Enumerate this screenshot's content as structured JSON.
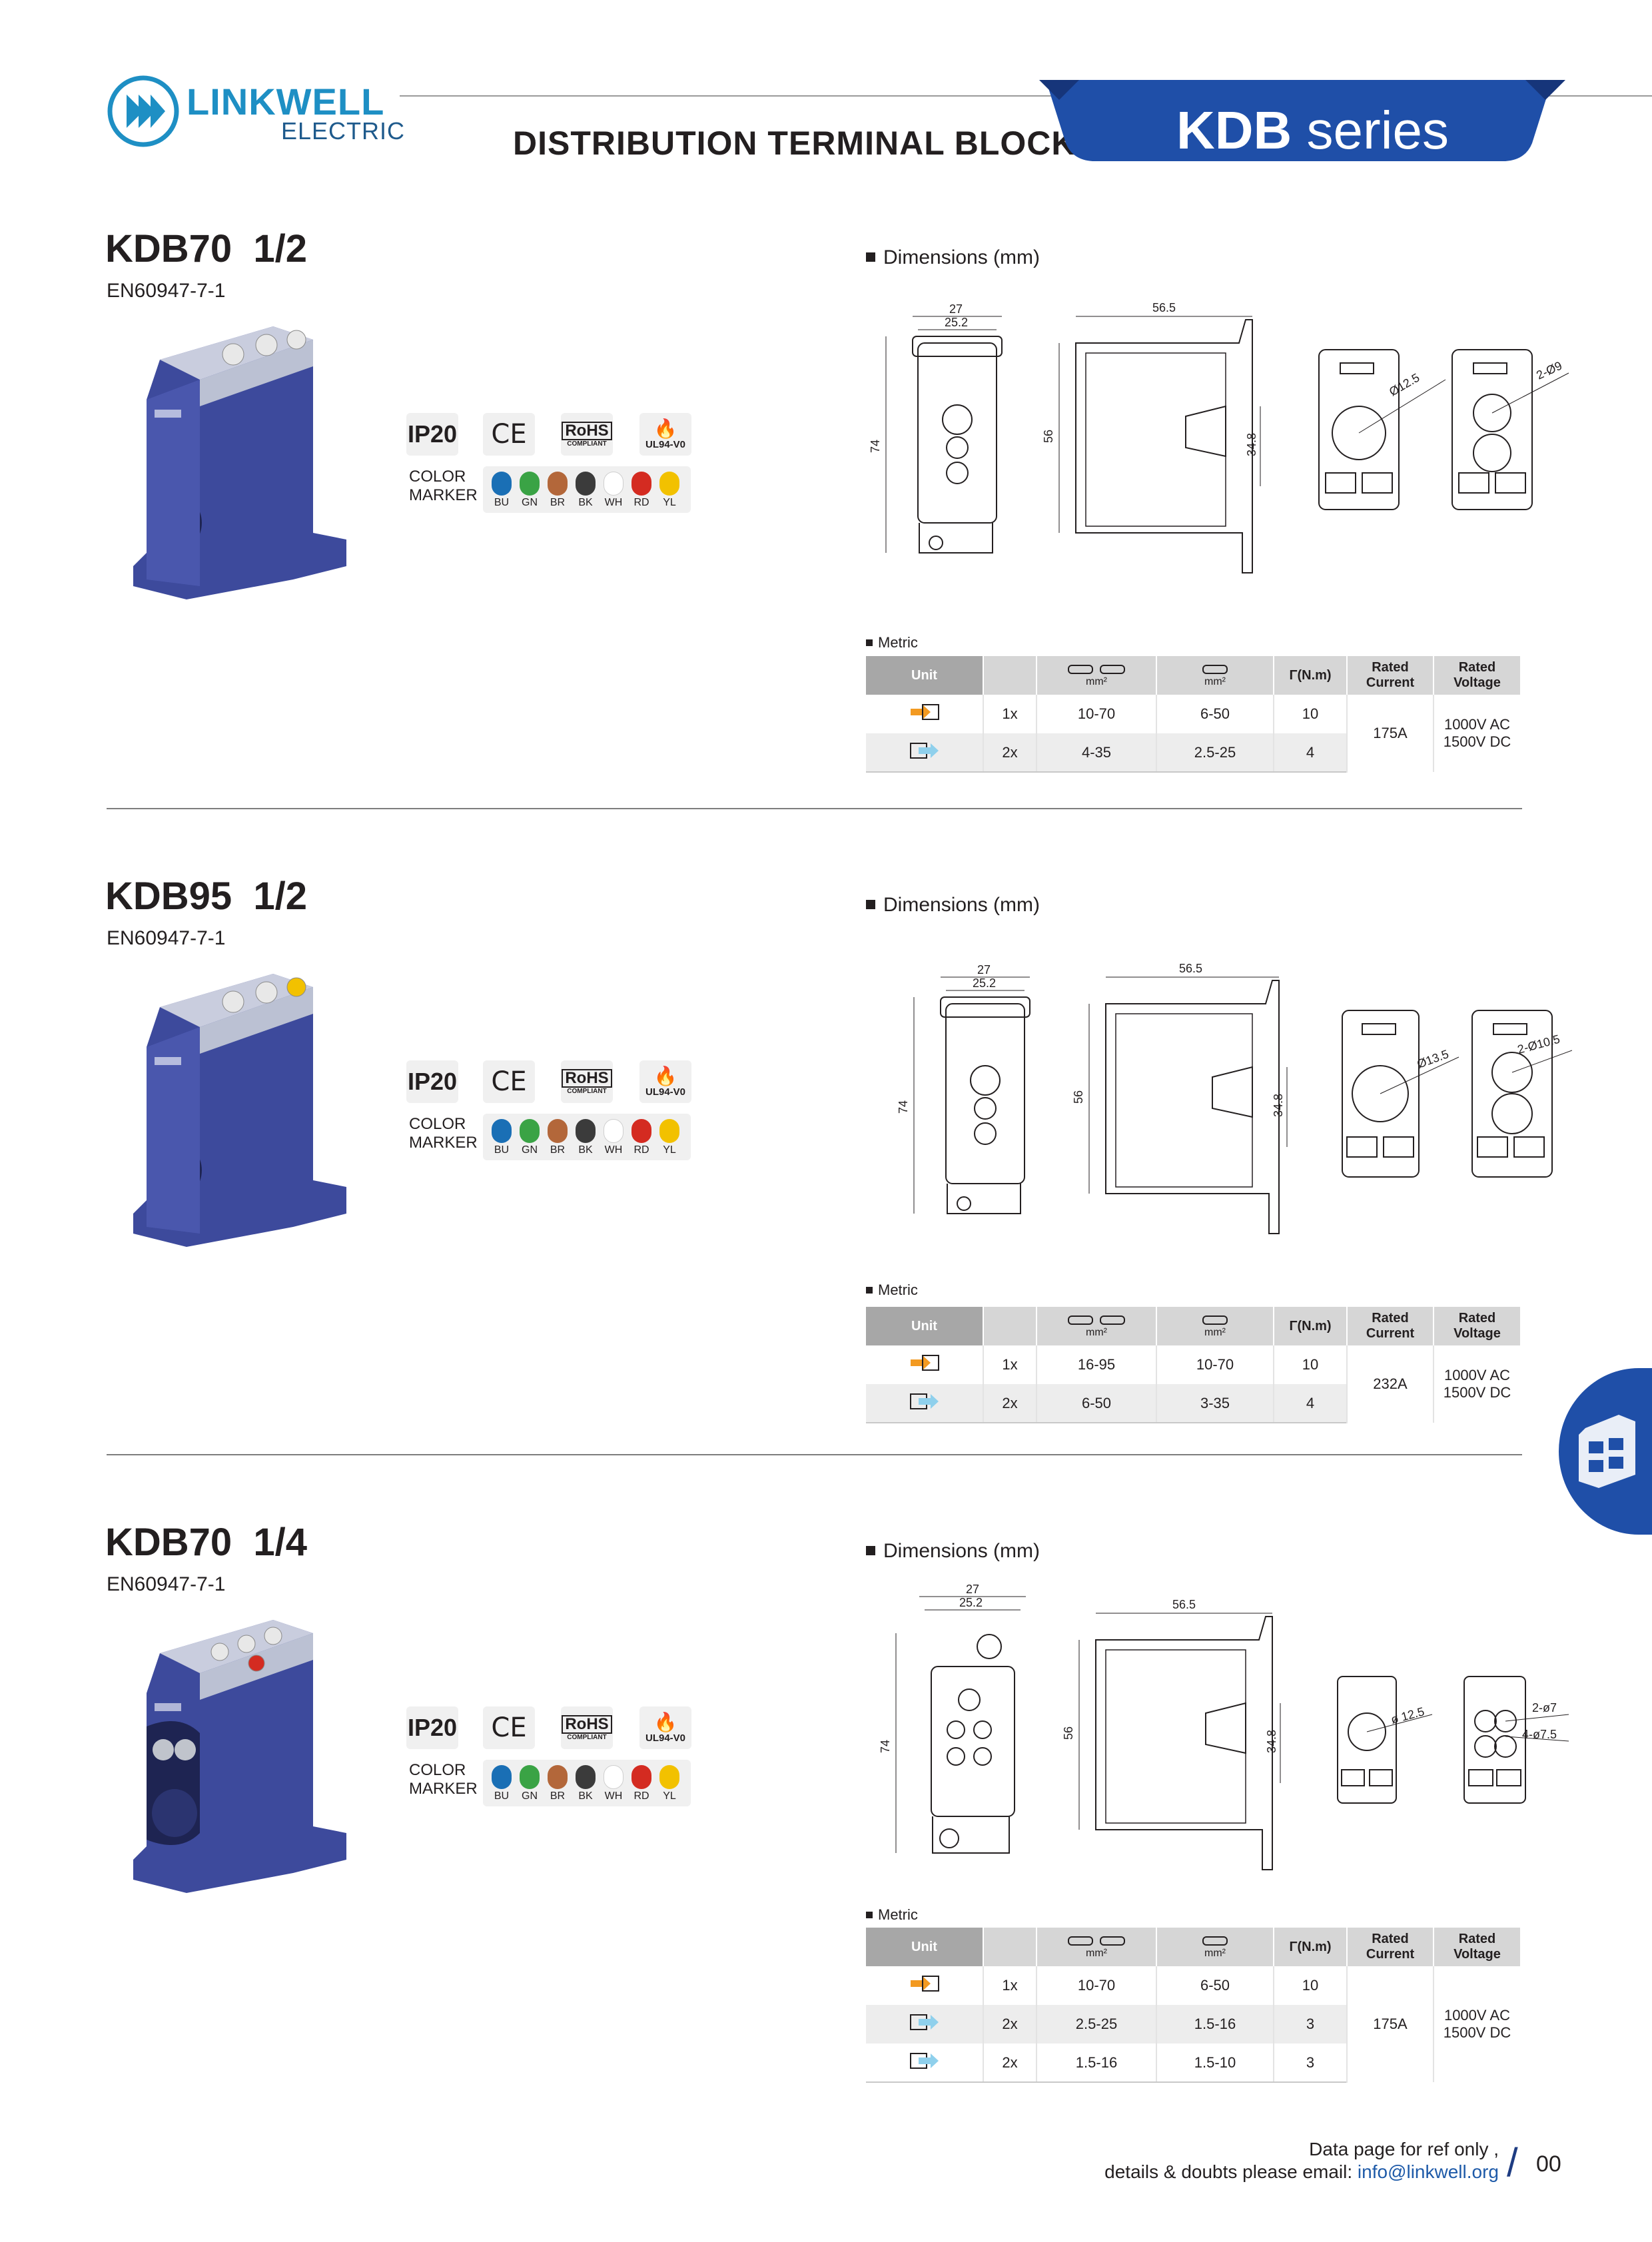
{
  "header": {
    "brand_name": "LINKWELL",
    "brand_sub": "ELECTRIC",
    "title": "DISTRIBUTION TERMINAL BLOCK",
    "series_bold": "KDB",
    "series_rest": " series",
    "brand_color": "#1e8fc4",
    "tab_color": "#1f4fa8"
  },
  "common": {
    "dims_label": "Dimensions (mm)",
    "metric_label": "Metric",
    "badge_ip": "IP20",
    "badge_ce": "CE",
    "badge_rohs": "RoHS",
    "badge_rohs_sub": "COMPLIANT",
    "badge_ul": "UL94-V0",
    "color_label_1": "COLOR",
    "color_label_2": "MARKER :",
    "markers": [
      {
        "code": "BU",
        "color": "#1a6fb5"
      },
      {
        "code": "GN",
        "color": "#3aa345"
      },
      {
        "code": "BR",
        "color": "#b3673a"
      },
      {
        "code": "BK",
        "color": "#3b3b3b"
      },
      {
        "code": "WH",
        "color": "#ffffff"
      },
      {
        "code": "RD",
        "color": "#d42b21"
      },
      {
        "code": "YL",
        "color": "#f2c100"
      }
    ],
    "table_headers": {
      "unit": "Unit",
      "mm2": "mm²",
      "torque": "Γ(N.m)",
      "rated_current": [
        "Rated",
        "Current"
      ],
      "rated_voltage": [
        "Rated",
        "Voltage"
      ]
    }
  },
  "products": [
    {
      "title": "KDB70  1/2",
      "standard": "EN60947-7-1",
      "dims": {
        "width_outer": "27",
        "width_inner": "25.2",
        "height": "74",
        "side_length": "56.5",
        "side_height": "56",
        "mount_height": "34.8",
        "front_hole": "Ø12.5",
        "back_hole": "2-Ø9"
      },
      "rows": [
        {
          "side": "in",
          "count": "1x",
          "range_a": "10-70",
          "range_b": "6-50",
          "torque": "10"
        },
        {
          "side": "out",
          "count": "2x",
          "range_a": "4-35",
          "range_b": "2.5-25",
          "torque": "4"
        }
      ],
      "rated_current": "175A",
      "rated_voltage": [
        "1000V AC",
        "1500V DC"
      ]
    },
    {
      "title": "KDB95  1/2",
      "standard": "EN60947-7-1",
      "dims": {
        "width_outer": "27",
        "width_inner": "25.2",
        "height": "74",
        "side_length": "56.5",
        "side_height": "56",
        "mount_height": "34.8",
        "front_hole": "Ø13.5",
        "back_hole": "2-Ø10.5"
      },
      "rows": [
        {
          "side": "in",
          "count": "1x",
          "range_a": "16-95",
          "range_b": "10-70",
          "torque": "10"
        },
        {
          "side": "out",
          "count": "2x",
          "range_a": "6-50",
          "range_b": "3-35",
          "torque": "4"
        }
      ],
      "rated_current": "232A",
      "rated_voltage": [
        "1000V AC",
        "1500V DC"
      ]
    },
    {
      "title": "KDB70  1/4",
      "standard": "EN60947-7-1",
      "dims": {
        "width_outer": "27",
        "width_inner": "25.2",
        "height": "74",
        "side_length": "56.5",
        "side_height": "56",
        "mount_height": "34.8",
        "front_hole": "ø 12.5",
        "back_hole_a": "2-ø7",
        "back_hole_b": "4-ø7.5"
      },
      "rows": [
        {
          "side": "in",
          "count": "1x",
          "range_a": "10-70",
          "range_b": "6-50",
          "torque": "10"
        },
        {
          "side": "out",
          "count": "2x",
          "range_a": "2.5-25",
          "range_b": "1.5-16",
          "torque": "3"
        },
        {
          "side": "out",
          "count": "2x",
          "range_a": "1.5-16",
          "range_b": "1.5-10",
          "torque": "3"
        }
      ],
      "rated_current": "175A",
      "rated_voltage": [
        "1000V AC",
        "1500V DC"
      ]
    }
  ],
  "footer": {
    "line1": "Data page for ref only ,",
    "line2_prefix": "details & doubts please email: ",
    "email": "info@linkwell.org",
    "page": "00"
  }
}
